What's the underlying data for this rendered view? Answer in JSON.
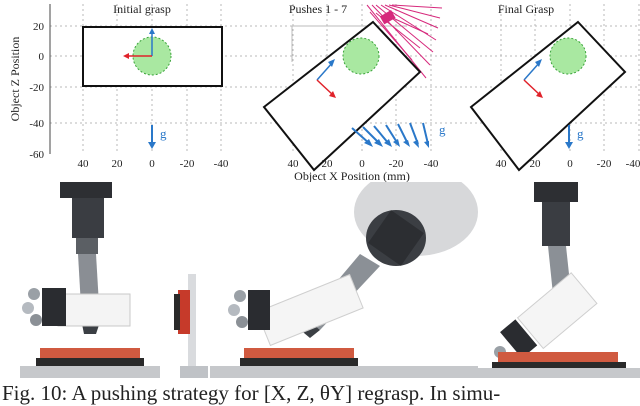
{
  "figure": {
    "panels": [
      {
        "title": "Initial grasp"
      },
      {
        "title": "Pushes 1 - 7"
      },
      {
        "title": "Final Grasp"
      }
    ],
    "ylabel": "Object Z Position",
    "xlabel": "Object X Position (mm)",
    "y_ticks": [
      "20",
      "0",
      "-20",
      "-40",
      "-60"
    ],
    "x_ticks": [
      "40",
      "20",
      "0",
      "-20",
      "-40"
    ],
    "gravity_label": "g",
    "colors": {
      "gripper_axis": "#e0222a",
      "object_axis": "#2a78c9",
      "gravity": "#2a78c9",
      "push": "#d6297c",
      "object_fill": "#a9e8a1",
      "object_edge": "#3aa43a",
      "grid": "#b8b8b8"
    }
  },
  "caption": {
    "text": "Fig. 10: A pushing strategy for [X, Z, θY] regrasp. In simu-"
  }
}
